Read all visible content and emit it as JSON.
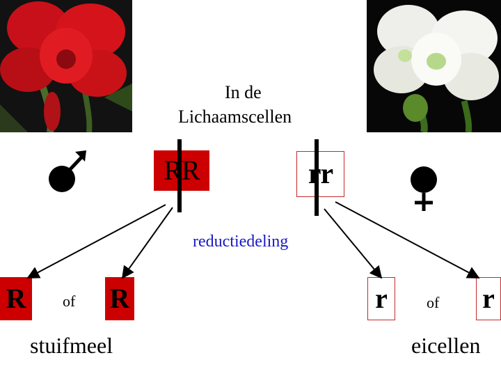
{
  "heading": {
    "line1": "In de",
    "line2": "Lichaamscellen"
  },
  "parents": {
    "male_genotype": "RR",
    "female_genotype": "rr",
    "male_symbol": "♂",
    "female_symbol": "♀"
  },
  "process_label": "reductiedeling",
  "gametes": {
    "male_left": "R",
    "male_right": "R",
    "male_or": "of",
    "male_caption": "stuifmeel",
    "female_left": "r",
    "female_right": "r",
    "female_or": "of",
    "female_caption": "eicellen"
  },
  "colors": {
    "dominant_red": "#cc0000",
    "recessive_border": "#c62828",
    "flower_red": "#d4141a",
    "flower_white": "#f4f4f0"
  },
  "icons": {
    "photo_left": "red-amaryllis-photo",
    "photo_right": "white-amaryllis-photo"
  }
}
